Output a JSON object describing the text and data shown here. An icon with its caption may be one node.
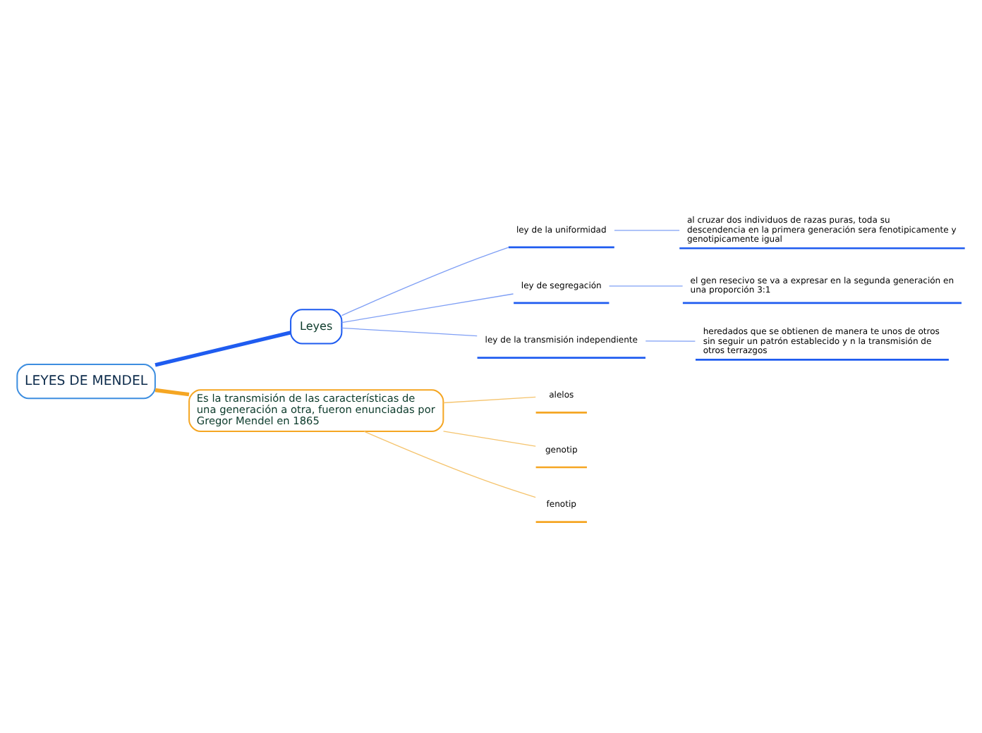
{
  "diagram": {
    "nodes": [
      {
        "text": [
          "LEYES DE MENDEL"
        ]
      },
      {
        "text": [
          "Leyes"
        ]
      },
      {
        "text": [
          "ley de la uniformidad"
        ]
      },
      {
        "text": [
          "al cruzar dos individuos de razas puras, toda su descendencia en la primera generación sera fenotipicamente y genotipicamente igual"
        ]
      },
      {
        "text": [
          "ley de segregación"
        ]
      },
      {
        "text": [
          "el gen resecivo se va a expresar en la segunda generación en una proporción 3:1"
        ]
      },
      {
        "text": [
          "ley de la transmisión independiente"
        ]
      },
      {
        "text": [
          "heredados que se obtienen de manera te unos de otros sin seguir un patrón establecido y n la transmisión de otros terrazgos"
        ]
      },
      {
        "text": [
          "Es la transmisión de las características de una generación a otra, fueron enunciadas por Gregor Mendel en 1865"
        ]
      },
      {
        "text": [
          "alelos"
        ]
      },
      {
        "text": [
          "genotip"
        ]
      },
      {
        "text": [
          "fenotip"
        ]
      }
    ],
    "edges": [
      {
        "from": 0,
        "to": 1,
        "arrow": "none",
        "style": "thick",
        "color": "#1f5cf0"
      },
      {
        "from": 1,
        "to": 2,
        "arrow": "none",
        "color": "#7f9ff5"
      },
      {
        "from": 2,
        "to": 3,
        "arrow": "none",
        "color": "#7f9ff5"
      },
      {
        "from": 1,
        "to": 4,
        "arrow": "none",
        "color": "#7f9ff5"
      },
      {
        "from": 4,
        "to": 5,
        "arrow": "none",
        "color": "#7f9ff5"
      },
      {
        "from": 1,
        "to": 6,
        "arrow": "none",
        "color": "#7f9ff5"
      },
      {
        "from": 6,
        "to": 7,
        "arrow": "none",
        "color": "#7f9ff5"
      },
      {
        "from": 0,
        "to": 8,
        "arrow": "none",
        "style": "thick",
        "color": "#f5a623"
      },
      {
        "from": 8,
        "to": 9,
        "arrow": "none",
        "color": "#f5c46e"
      },
      {
        "from": 8,
        "to": 10,
        "arrow": "none",
        "color": "#f5c46e"
      },
      {
        "from": 8,
        "to": 11,
        "arrow": "none",
        "color": "#f5c46e"
      }
    ]
  }
}
